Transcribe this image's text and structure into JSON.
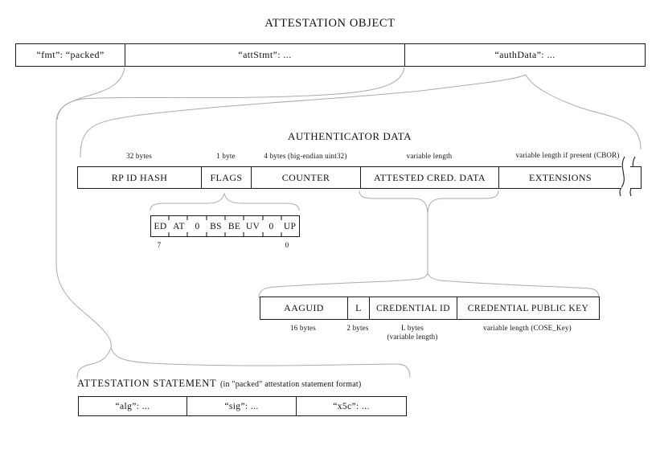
{
  "title": "ATTESTATION OBJECT",
  "attestation_object": {
    "fmt": "“fmt”: “packed”",
    "att_stmt": "“attStmt”: ...",
    "auth_data": "“authData”: ..."
  },
  "authenticator_data": {
    "title": "AUTHENTICATOR DATA",
    "fields": [
      {
        "label": "RP ID HASH",
        "size": "32 bytes"
      },
      {
        "label": "FLAGS",
        "size": "1 byte"
      },
      {
        "label": "COUNTER",
        "size": "4 bytes (big-endian uint32)"
      },
      {
        "label": "ATTESTED CRED. DATA",
        "size": "variable length"
      },
      {
        "label": "EXTENSIONS",
        "size": "variable length if present (CBOR)"
      }
    ]
  },
  "flags": {
    "bits": [
      "ED",
      "AT",
      "0",
      "BS",
      "BE",
      "UV",
      "0",
      "UP"
    ],
    "high_bit": "7",
    "low_bit": "0"
  },
  "attested_credential_data": {
    "fields": [
      {
        "label": "AAGUID",
        "size": "16 bytes"
      },
      {
        "label": "L",
        "size": "2 bytes"
      },
      {
        "label": "CREDENTIAL ID",
        "size": "L bytes",
        "size_note": "(variable length)"
      },
      {
        "label": "CREDENTIAL PUBLIC KEY",
        "size": "variable length (COSE_Key)"
      }
    ]
  },
  "attestation_statement": {
    "title": "ATTESTATION STATEMENT",
    "subtitle": "(in \"packed\" attestation statement format)",
    "cells": [
      "“alg”: ...",
      "“sig”: ...",
      "“x5c”: ..."
    ]
  },
  "colors": {
    "border": "#1a1a1a",
    "connector": "#ababab",
    "text": "#111111",
    "background": "#ffffff"
  }
}
